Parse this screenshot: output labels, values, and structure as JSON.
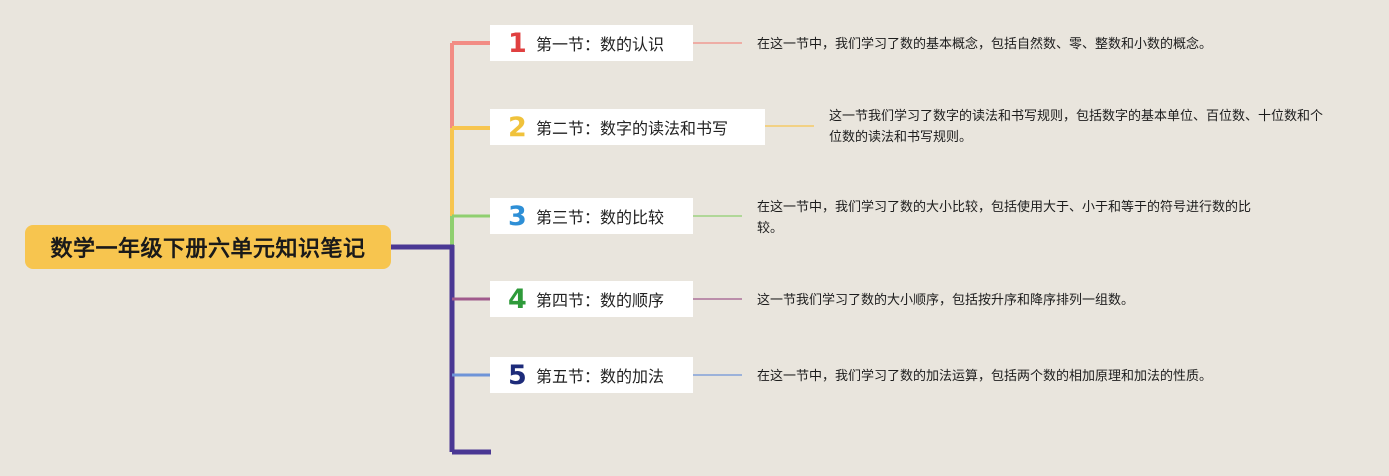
{
  "root": {
    "title": "数学一年级下册六单元知识笔记"
  },
  "sections": [
    {
      "number": "1",
      "title": "第一节：数的认识",
      "color": "#e04040",
      "line_color": "#f28c84",
      "description": "在这一节中，我们学习了数的基本概念，包括自然数、零、整数和小数的概念。"
    },
    {
      "number": "2",
      "title": "第二节：数字的读法和书写",
      "color": "#f0c23b",
      "line_color": "#f7c54f",
      "description": "这一节我们学习了数字的读法和书写规则，包括数字的基本单位、百位数、十位数和个位数的读法和书写规则。"
    },
    {
      "number": "3",
      "title": "第三节：数的比较",
      "color": "#2e8fd6",
      "line_color": "#8fcf6f",
      "description": "在这一节中，我们学习了数的大小比较，包括使用大于、小于和等于的符号进行数的比较。"
    },
    {
      "number": "4",
      "title": "第四节：数的顺序",
      "color": "#2e9a3a",
      "line_color": "#a05a8c",
      "description": "这一节我们学习了数的大小顺序，包括按升序和降序排列一组数。"
    },
    {
      "number": "5",
      "title": "第五节：数的加法",
      "color": "#1d2b7a",
      "line_color": "#6e94d8",
      "description": "在这一节中，我们学习了数的加法运算，包括两个数的相加原理和加法的性质。"
    }
  ],
  "colors": {
    "trunk": "#4a3894",
    "root_fill": "#f7c54f",
    "background": "#e9e5dd"
  }
}
